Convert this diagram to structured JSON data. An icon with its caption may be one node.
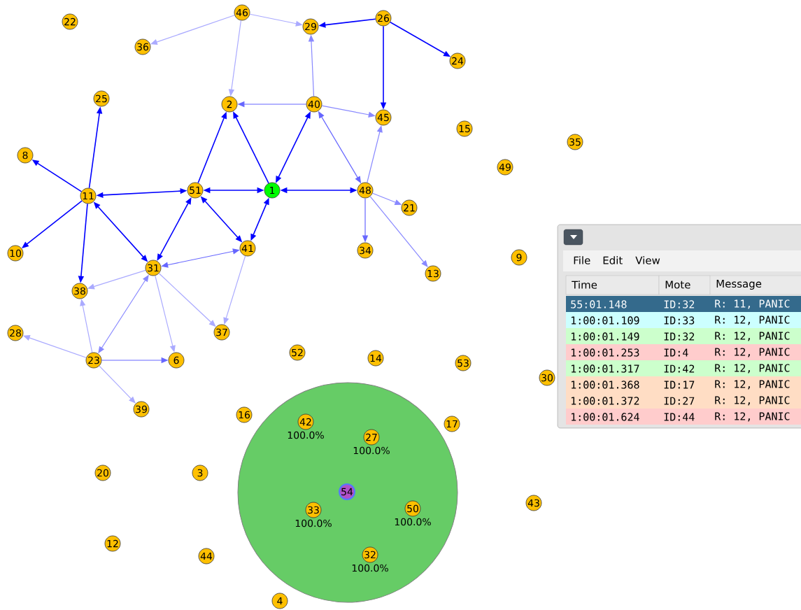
{
  "diagram": {
    "nodes": [
      {
        "text": [
          "46"
        ]
      },
      {
        "text": [
          "26"
        ]
      },
      {
        "text": [
          "22"
        ]
      },
      {
        "text": [
          "29"
        ]
      },
      {
        "text": [
          "36"
        ]
      },
      {
        "text": [
          "24"
        ]
      },
      {
        "text": [
          "25"
        ]
      },
      {
        "text": [
          "2"
        ]
      },
      {
        "text": [
          "40"
        ]
      },
      {
        "text": [
          "45"
        ]
      },
      {
        "text": [
          "15"
        ]
      },
      {
        "text": [
          "35"
        ]
      },
      {
        "text": [
          "8"
        ]
      },
      {
        "text": [
          "49"
        ]
      },
      {
        "text": [
          "51"
        ]
      },
      {
        "text": [
          "1"
        ]
      },
      {
        "text": [
          "48"
        ]
      },
      {
        "text": [
          "11"
        ]
      },
      {
        "text": [
          "21"
        ]
      },
      {
        "text": [
          "41"
        ]
      },
      {
        "text": [
          "34"
        ]
      },
      {
        "text": [
          "10"
        ]
      },
      {
        "text": [
          "9"
        ]
      },
      {
        "text": [
          "31"
        ]
      },
      {
        "text": [
          "13"
        ]
      },
      {
        "text": [
          "38"
        ]
      },
      {
        "text": [
          "37"
        ]
      },
      {
        "text": [
          "28"
        ]
      },
      {
        "text": [
          "52"
        ]
      },
      {
        "text": [
          "14"
        ]
      },
      {
        "text": [
          "23"
        ]
      },
      {
        "text": [
          "6"
        ]
      },
      {
        "text": [
          "53"
        ]
      },
      {
        "text": [
          "30"
        ]
      },
      {
        "text": [],
        "shape": "circle"
      },
      {
        "text": [
          "39"
        ]
      },
      {
        "text": [
          "16"
        ]
      },
      {
        "text": [
          "42"
        ],
        "in": 34,
        "beside": [
          "100.0%"
        ]
      },
      {
        "text": [
          "17"
        ]
      },
      {
        "text": [
          "27"
        ],
        "in": 34,
        "beside": [
          "100.0%"
        ]
      },
      {
        "text": [
          "20"
        ]
      },
      {
        "text": [
          "3"
        ]
      },
      {
        "text": [
          "54"
        ],
        "in": 34
      },
      {
        "text": [
          "43"
        ]
      },
      {
        "text": [
          "50"
        ],
        "in": 34,
        "beside": [
          "100.0%"
        ]
      },
      {
        "text": [
          "33"
        ],
        "in": 34,
        "beside": [
          "100.0%"
        ]
      },
      {
        "text": [
          "12"
        ]
      },
      {
        "text": [
          "44"
        ]
      },
      {
        "text": [
          "32"
        ],
        "in": 34,
        "beside": [
          "100.0%"
        ]
      },
      {
        "text": [
          "4"
        ]
      }
    ],
    "edges": [
      {
        "from": 0,
        "to": 4,
        "arrow": "to",
        "color": "#aaaaff"
      },
      {
        "from": 0,
        "to": 3,
        "arrow": "to",
        "color": "#aaaaff"
      },
      {
        "from": 0,
        "to": 7,
        "arrow": "to",
        "color": "#aaaaff"
      },
      {
        "from": 1,
        "to": 3,
        "arrow": "to"
      },
      {
        "from": 1,
        "to": 5,
        "arrow": "to"
      },
      {
        "from": 1,
        "to": 9,
        "arrow": "to"
      },
      {
        "from": 8,
        "to": 3,
        "arrow": "to",
        "color": "#8888ff"
      },
      {
        "from": 8,
        "to": 7,
        "arrow": "to",
        "color": "#6666ff"
      },
      {
        "from": 8,
        "to": 9,
        "arrow": "to",
        "color": "#8888ff"
      },
      {
        "from": 15,
        "to": 7,
        "arrow": "to"
      },
      {
        "from": 14,
        "to": 7,
        "arrow": "to"
      },
      {
        "from": 15,
        "to": 8,
        "arrow": "both"
      },
      {
        "from": 8,
        "to": 16,
        "arrow": "both",
        "color": "#6666ff"
      },
      {
        "from": 16,
        "to": 9,
        "arrow": "to",
        "color": "#8888ff"
      },
      {
        "from": 17,
        "to": 6,
        "arrow": "to"
      },
      {
        "from": 17,
        "to": 12,
        "arrow": "to"
      },
      {
        "from": 17,
        "to": 14,
        "arrow": "both"
      },
      {
        "from": 14,
        "to": 15,
        "arrow": "both"
      },
      {
        "from": 15,
        "to": 16,
        "arrow": "both"
      },
      {
        "from": 16,
        "to": 18,
        "arrow": "to",
        "color": "#8888ff"
      },
      {
        "from": 16,
        "to": 20,
        "arrow": "to",
        "color": "#6666ff"
      },
      {
        "from": 16,
        "to": 24,
        "arrow": "to",
        "color": "#8888ff"
      },
      {
        "from": 15,
        "to": 19,
        "arrow": "both"
      },
      {
        "from": 14,
        "to": 19,
        "arrow": "both"
      },
      {
        "from": 14,
        "to": 23,
        "arrow": "both"
      },
      {
        "from": 17,
        "to": 23,
        "arrow": "both"
      },
      {
        "from": 17,
        "to": 21,
        "arrow": "to"
      },
      {
        "from": 17,
        "to": 25,
        "arrow": "to"
      },
      {
        "from": 19,
        "to": 23,
        "arrow": "both",
        "color": "#6666ff"
      },
      {
        "from": 23,
        "to": 25,
        "arrow": "to",
        "color": "#aaaaff"
      },
      {
        "from": 23,
        "to": 26,
        "arrow": "to",
        "color": "#aaaaff"
      },
      {
        "from": 23,
        "to": 31,
        "arrow": "to",
        "color": "#aaaaff"
      },
      {
        "from": 23,
        "to": 30,
        "arrow": "both",
        "color": "#8888ff"
      },
      {
        "from": 19,
        "to": 26,
        "arrow": "to",
        "color": "#aaaaff"
      },
      {
        "from": 30,
        "to": 25,
        "arrow": "to",
        "color": "#aaaaff"
      },
      {
        "from": 30,
        "to": 27,
        "arrow": "to",
        "color": "#aaaaff"
      },
      {
        "from": 30,
        "to": 31,
        "arrow": "to",
        "color": "#6666ff"
      },
      {
        "from": 30,
        "to": 35,
        "arrow": "to",
        "color": "#aaaaff"
      }
    ],
    "labels": [
      "File",
      "Edit",
      "View",
      "Time",
      "Mote",
      "Message",
      "55:01.148",
      "ID:32",
      "R: 11, PANIC",
      "1:00:01.109",
      "ID:33",
      "R: 12, PANIC",
      "1:00:01.149",
      "ID:32",
      "R: 12, PANIC",
      "1:00:01.253",
      "ID:4",
      "R: 12, PANIC",
      "1:00:01.317",
      "ID:42",
      "R: 12, PANIC",
      "1:00:01.368",
      "ID:17",
      "R: 12, PANIC",
      "1:00:01.372",
      "ID:27",
      "R: 12, PANIC",
      "1:00:01.624",
      "ID:44",
      "R: 12, PANIC"
    ]
  }
}
